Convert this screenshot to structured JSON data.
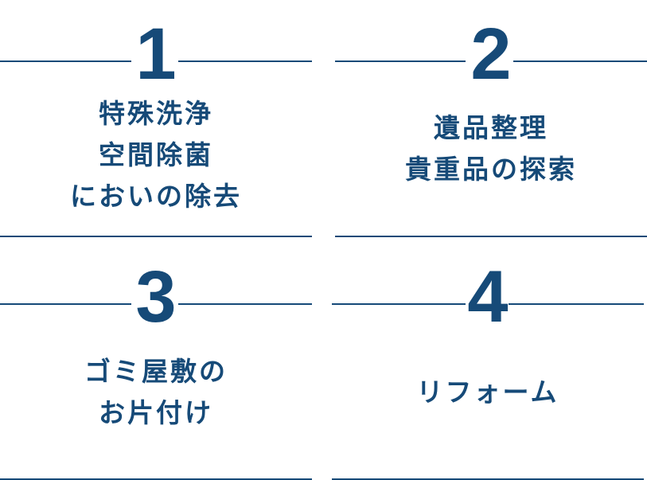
{
  "colors": {
    "accent": "#164a78",
    "background": "#ffffff"
  },
  "services": [
    {
      "number": "1",
      "lines": [
        "特殊洗浄",
        "空間除菌",
        "においの除去"
      ]
    },
    {
      "number": "2",
      "lines": [
        "遺品整理",
        "貴重品の探索"
      ]
    },
    {
      "number": "3",
      "lines": [
        "ゴミ屋敷の",
        "お片付け"
      ]
    },
    {
      "number": "4",
      "lines": [
        "リフォーム"
      ]
    }
  ]
}
